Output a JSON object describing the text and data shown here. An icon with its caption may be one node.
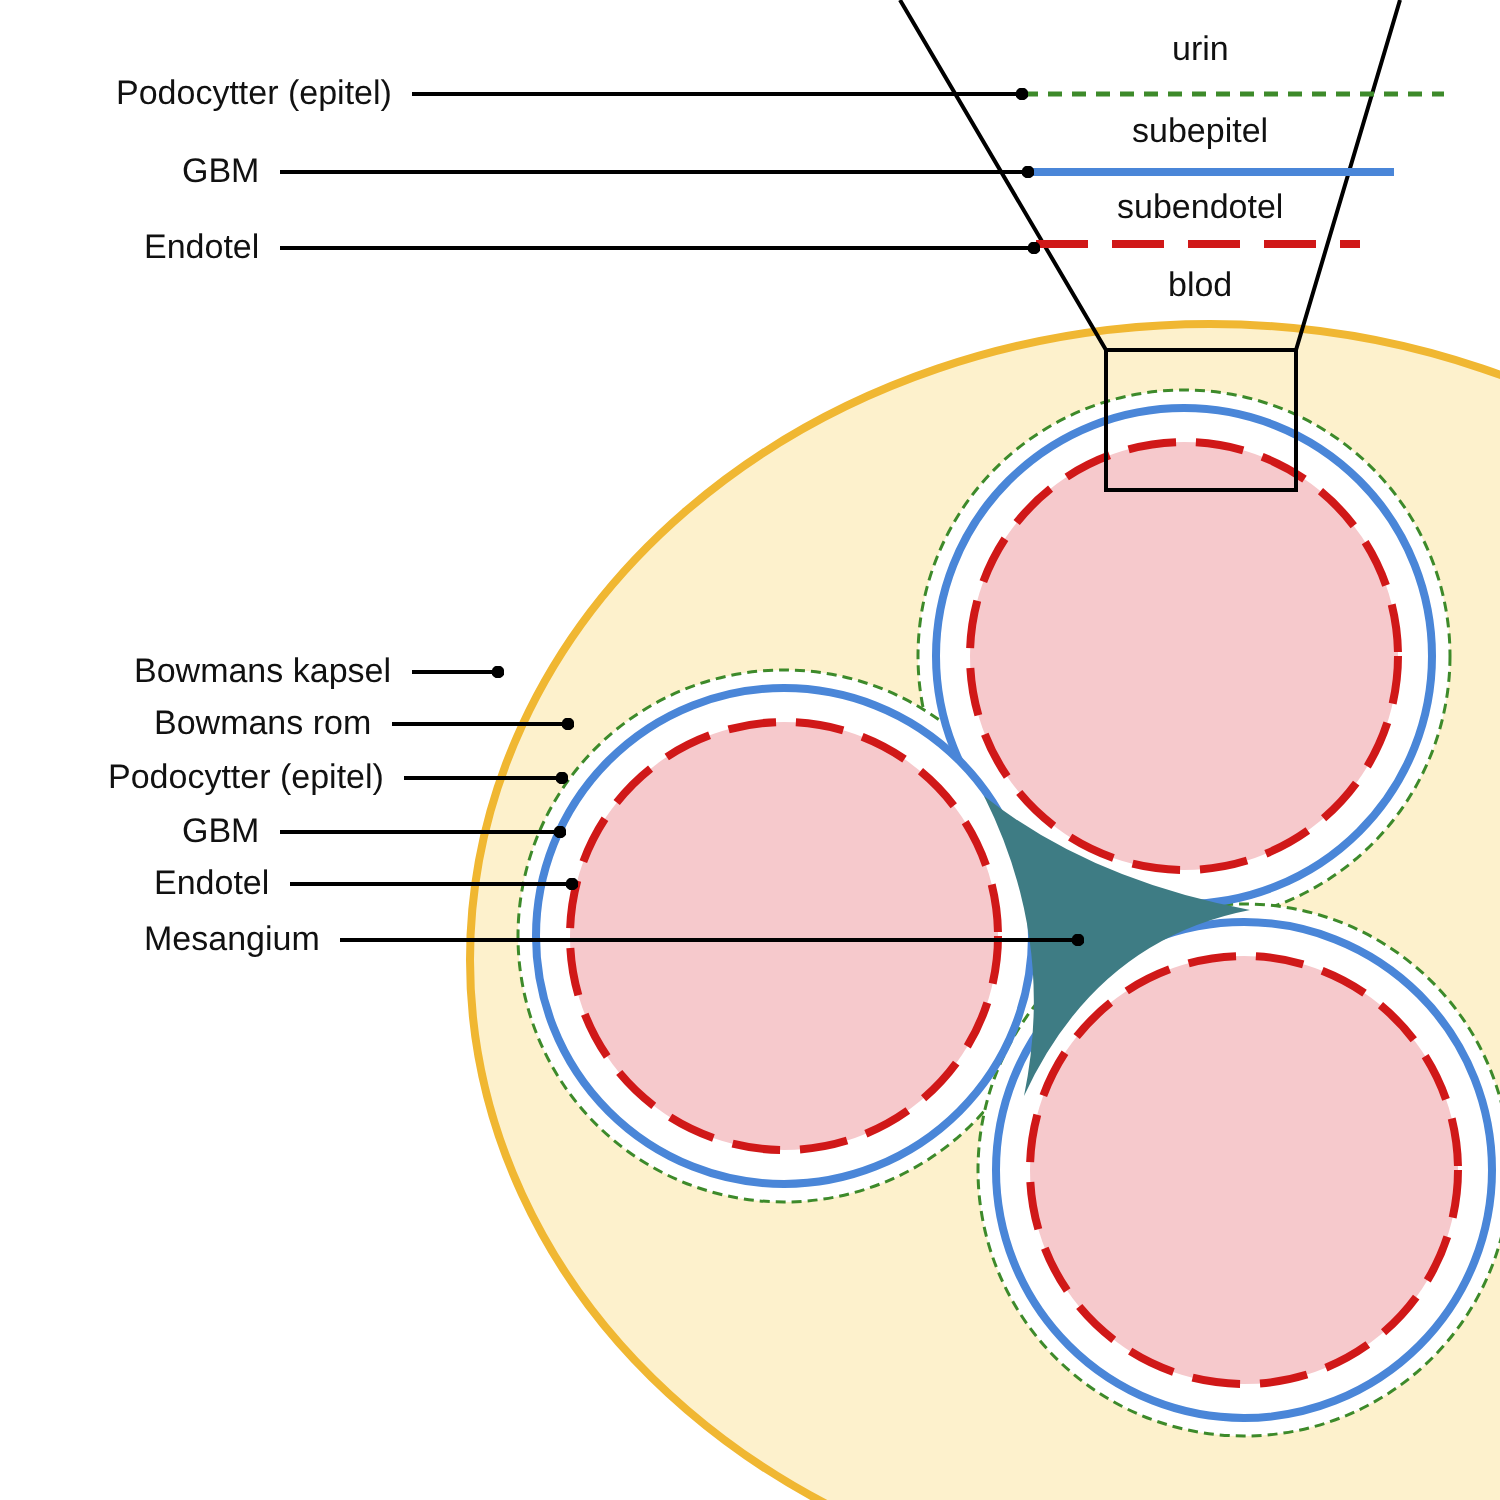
{
  "diagram": {
    "nodes": [
      {
        "text": [
          "Podocytter (epitel)"
        ]
      },
      {
        "text": [
          "GBM"
        ]
      },
      {
        "text": [
          "Endotel"
        ]
      },
      {
        "text": [
          "Bowmans kapsel"
        ]
      },
      {
        "text": [
          "Bowmans rom"
        ]
      },
      {
        "text": [
          "Podocytter (epitel)"
        ]
      },
      {
        "text": [
          "GBM"
        ]
      },
      {
        "text": [
          "Endotel"
        ]
      },
      {
        "text": [
          "Mesangium"
        ]
      }
    ],
    "edges": [
      {
        "from": 0,
        "to": null,
        "arrow": "other"
      },
      {
        "from": 1,
        "to": null,
        "arrow": "other"
      },
      {
        "from": 2,
        "to": null,
        "arrow": "other"
      },
      {
        "from": 3,
        "to": null,
        "arrow": "other"
      },
      {
        "from": 4,
        "to": null,
        "arrow": "other"
      },
      {
        "from": 5,
        "to": null,
        "arrow": "other"
      },
      {
        "from": 6,
        "to": null,
        "arrow": "other"
      },
      {
        "from": 7,
        "to": null,
        "arrow": "other"
      },
      {
        "from": 8,
        "to": null,
        "arrow": "other"
      }
    ],
    "labels": [
      "urin",
      "subepitel",
      "subendotel",
      "blod"
    ]
  }
}
